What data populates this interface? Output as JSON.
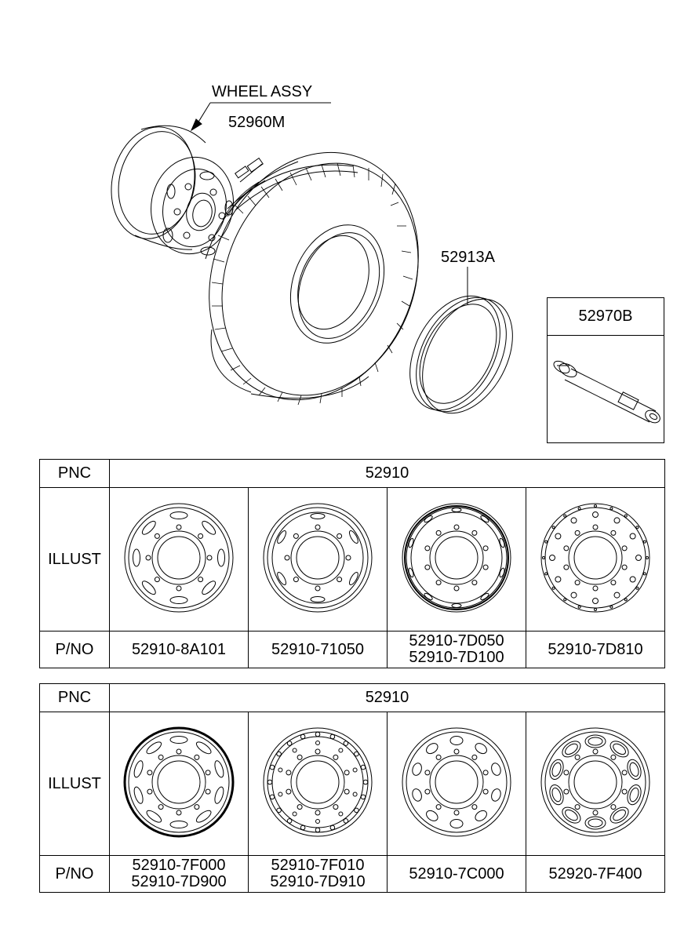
{
  "diagram": {
    "wheel_assy_label": "WHEEL ASSY",
    "callouts": {
      "valve": "52960M",
      "flap": "52913A",
      "extension": "52970B"
    }
  },
  "tables": [
    {
      "pnc_label": "PNC",
      "pnc_value": "52910",
      "illust_label": "ILLUST",
      "pno_label": "P/NO",
      "columns": [
        {
          "wheel_style": "oval-slots",
          "part_numbers": [
            "52910-8A101"
          ]
        },
        {
          "wheel_style": "small-slots",
          "part_numbers": [
            "52910-71050"
          ]
        },
        {
          "wheel_style": "ring-slots",
          "part_numbers": [
            "52910-7D050",
            "52910-7D100"
          ]
        },
        {
          "wheel_style": "round-holes",
          "part_numbers": [
            "52910-7D810"
          ]
        }
      ]
    },
    {
      "pnc_label": "PNC",
      "pnc_value": "52910",
      "illust_label": "ILLUST",
      "pno_label": "P/NO",
      "columns": [
        {
          "wheel_style": "bold-oval-slots",
          "part_numbers": [
            "52910-7F000",
            "52910-7D900"
          ]
        },
        {
          "wheel_style": "dotted-holes",
          "part_numbers": [
            "52910-7F010",
            "52910-7D910"
          ]
        },
        {
          "wheel_style": "large-oval-holes",
          "part_numbers": [
            "52910-7C000"
          ]
        },
        {
          "wheel_style": "petal-cutouts",
          "part_numbers": [
            "52920-7F400"
          ]
        }
      ]
    }
  ]
}
